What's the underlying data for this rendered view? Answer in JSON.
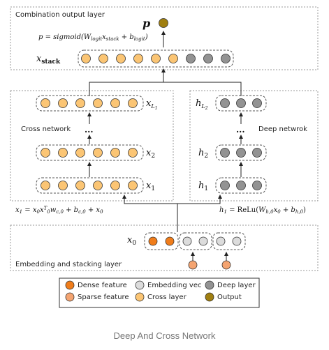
{
  "sections": {
    "combination": "Combination output layer",
    "cross": "Cross network",
    "deep": "Deep netwrok",
    "embedding": "Embedding and stacking layer"
  },
  "math": {
    "p": "p",
    "sigmoid_eq": "p = sigmoid(W_logit x_stack + b_logit)",
    "x_stack": "x_stack",
    "x_L1": "x_L1",
    "x2": "x2",
    "x1": "x1",
    "h_L2": "h_L2",
    "h2": "h2",
    "h1": "h1",
    "x0": "x0",
    "cross_eq": "x1 = x0 x0^T w_c,0 + b_c,0 + x0",
    "deep_eq": "h1 = ReLu(W_h,0 x0 + b_h,0)",
    "dots": "..."
  },
  "legend": {
    "items": [
      {
        "label": "Dense feature",
        "color": "#f07d1b"
      },
      {
        "label": "Embedding vec",
        "color": "#dcdcdc"
      },
      {
        "label": "Deep layer",
        "color": "#939393"
      },
      {
        "label": "Sparse feature",
        "color": "#f4a471"
      },
      {
        "label": "Cross layer",
        "color": "#fbc574"
      },
      {
        "label": "Output",
        "color": "#a07f10"
      }
    ]
  },
  "caption": "Deep And Cross Network"
}
